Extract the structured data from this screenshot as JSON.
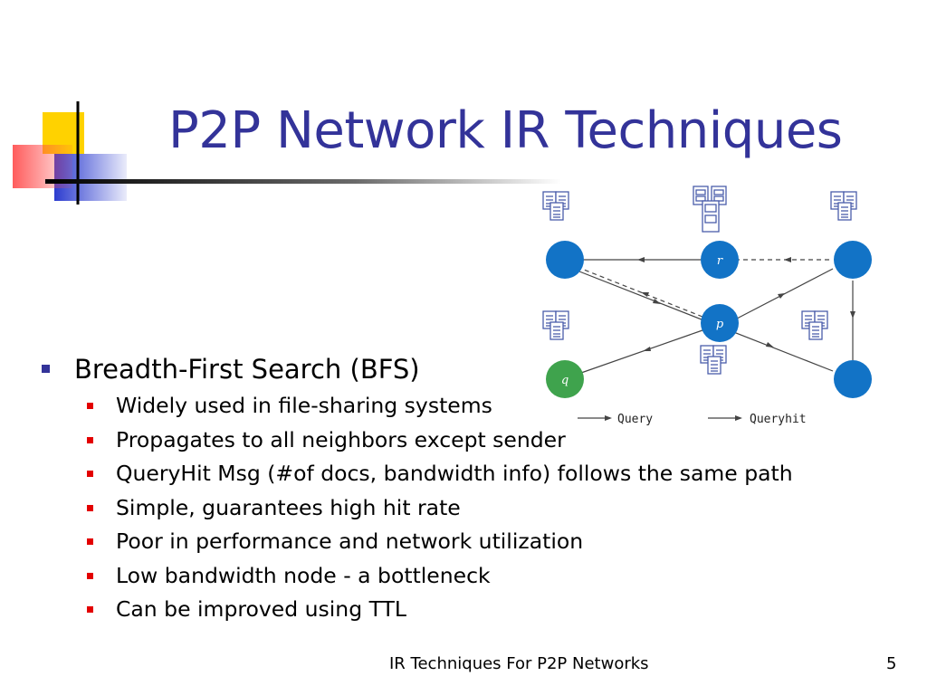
{
  "slide": {
    "title": "P2P Network IR Techniques",
    "footer": "IR Techniques For P2P Networks",
    "page_number": "5"
  },
  "bullets": {
    "main": "Breadth-First Search (BFS)",
    "items": [
      "Widely used in file-sharing systems",
      "Propagates to all neighbors except sender",
      "QueryHit Msg (#of docs, bandwidth info) follows the same path",
      "Simple, guarantees high hit rate",
      "Poor in performance and network utilization",
      "Low bandwidth node - a bottleneck",
      "Can be improved using TTL"
    ]
  },
  "diagram": {
    "node_r": "r",
    "node_p": "p",
    "node_q": "q",
    "legend_query": "Query",
    "legend_queryhit": "Queryhit",
    "colors": {
      "node": "#1273c6",
      "query_node": "#3fa34d",
      "doc": "#4a5dab"
    }
  },
  "colors": {
    "title": "#333399",
    "bullet_main": "#333399",
    "bullet_sub": "#e30000"
  }
}
